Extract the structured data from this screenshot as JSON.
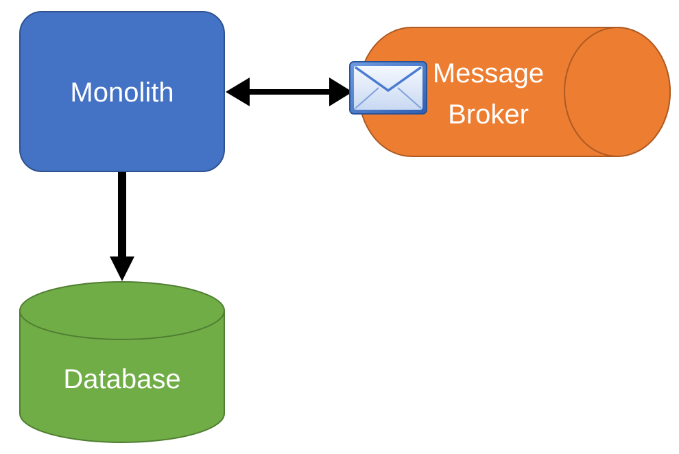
{
  "nodes": {
    "monolith": {
      "label": "Monolith",
      "fill": "#4472C4",
      "stroke": "#2F528F"
    },
    "broker": {
      "label_line1": "Message",
      "label_line2": "Broker",
      "fill": "#ED7D31",
      "stroke": "#AE5A21"
    },
    "database": {
      "label": "Database",
      "fill": "#70AD47",
      "stroke": "#507E32"
    }
  },
  "icons": {
    "broker_badge": "envelope-icon"
  },
  "edges": [
    {
      "from": "monolith",
      "to": "broker",
      "style": "bidirectional",
      "color": "#000000"
    },
    {
      "from": "monolith",
      "to": "database",
      "style": "directed",
      "color": "#000000"
    }
  ]
}
